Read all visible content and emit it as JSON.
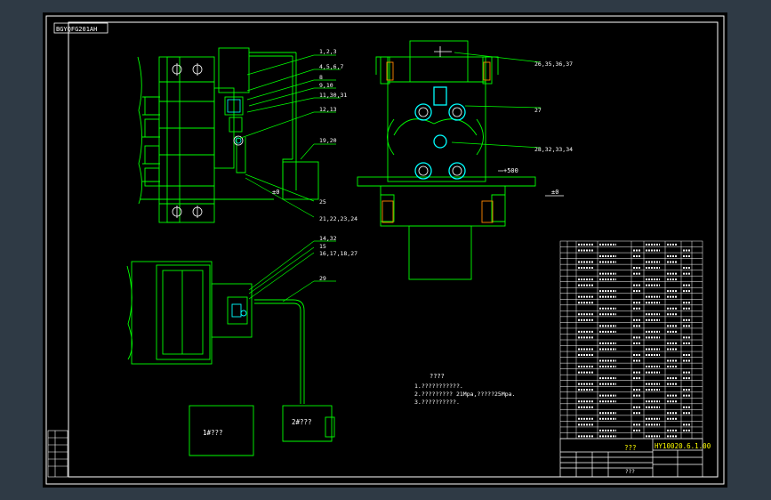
{
  "drawing": {
    "corner_label": "BGYQFG201AH",
    "callouts_top": [
      "1,2,3",
      "4,5,6,7",
      "8",
      "9,10",
      "11,30,31",
      "12,13",
      "19,20",
      "25",
      "21,22,23,24"
    ],
    "callouts_side": [
      "26,35,36,37",
      "27",
      "28,32,33,34"
    ],
    "callouts_bottom": [
      "14,32",
      "15",
      "16,17,18,27",
      "29"
    ],
    "elevation_zero_left": "±0",
    "elevation_zero_right": "±0",
    "elevation_500": "+500",
    "box_left_label": "1#???",
    "box_right_label": "2#???",
    "notes_title": "????",
    "notes": [
      "1.???????????.",
      "2.????????? 21Mpa,?????25Mpa.",
      "3.??????????."
    ],
    "title_block_code": "HY10020.6.1.00",
    "title_block_name": "???",
    "title_block_company": "???"
  },
  "colors": {
    "background": "#2f3a45",
    "sheet": "#000000",
    "lines": "#00ff00",
    "text": "#ffffff",
    "hilite": "#ffff00",
    "cyan": "#00ffff"
  }
}
